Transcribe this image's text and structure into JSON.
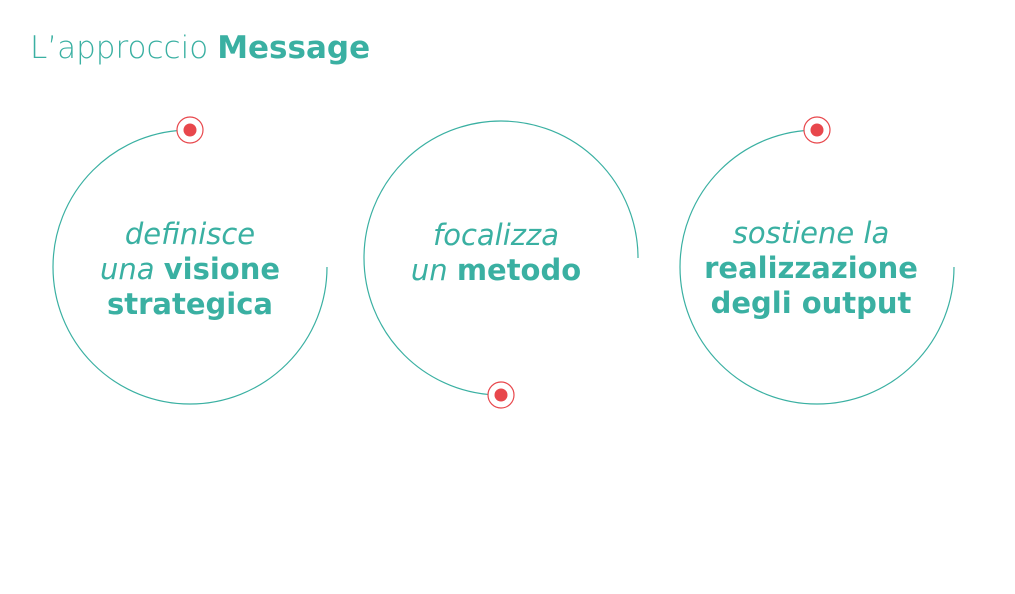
{
  "title": {
    "light": "L’approccio",
    "bold": "Message"
  },
  "colors": {
    "accent": "#3ab0a2",
    "dot": "#e8474c"
  },
  "steps": [
    {
      "line1_italic": "definisce",
      "line2_italic": "una",
      "line2_bold": "visione",
      "line3_bold": "strategica"
    },
    {
      "line1_italic": "focalizza",
      "line2_italic": "un",
      "line2_bold": "metodo"
    },
    {
      "line1_italic": "sostiene la",
      "line2_bold": "realizzazione",
      "line3_bold": "degli output"
    }
  ]
}
